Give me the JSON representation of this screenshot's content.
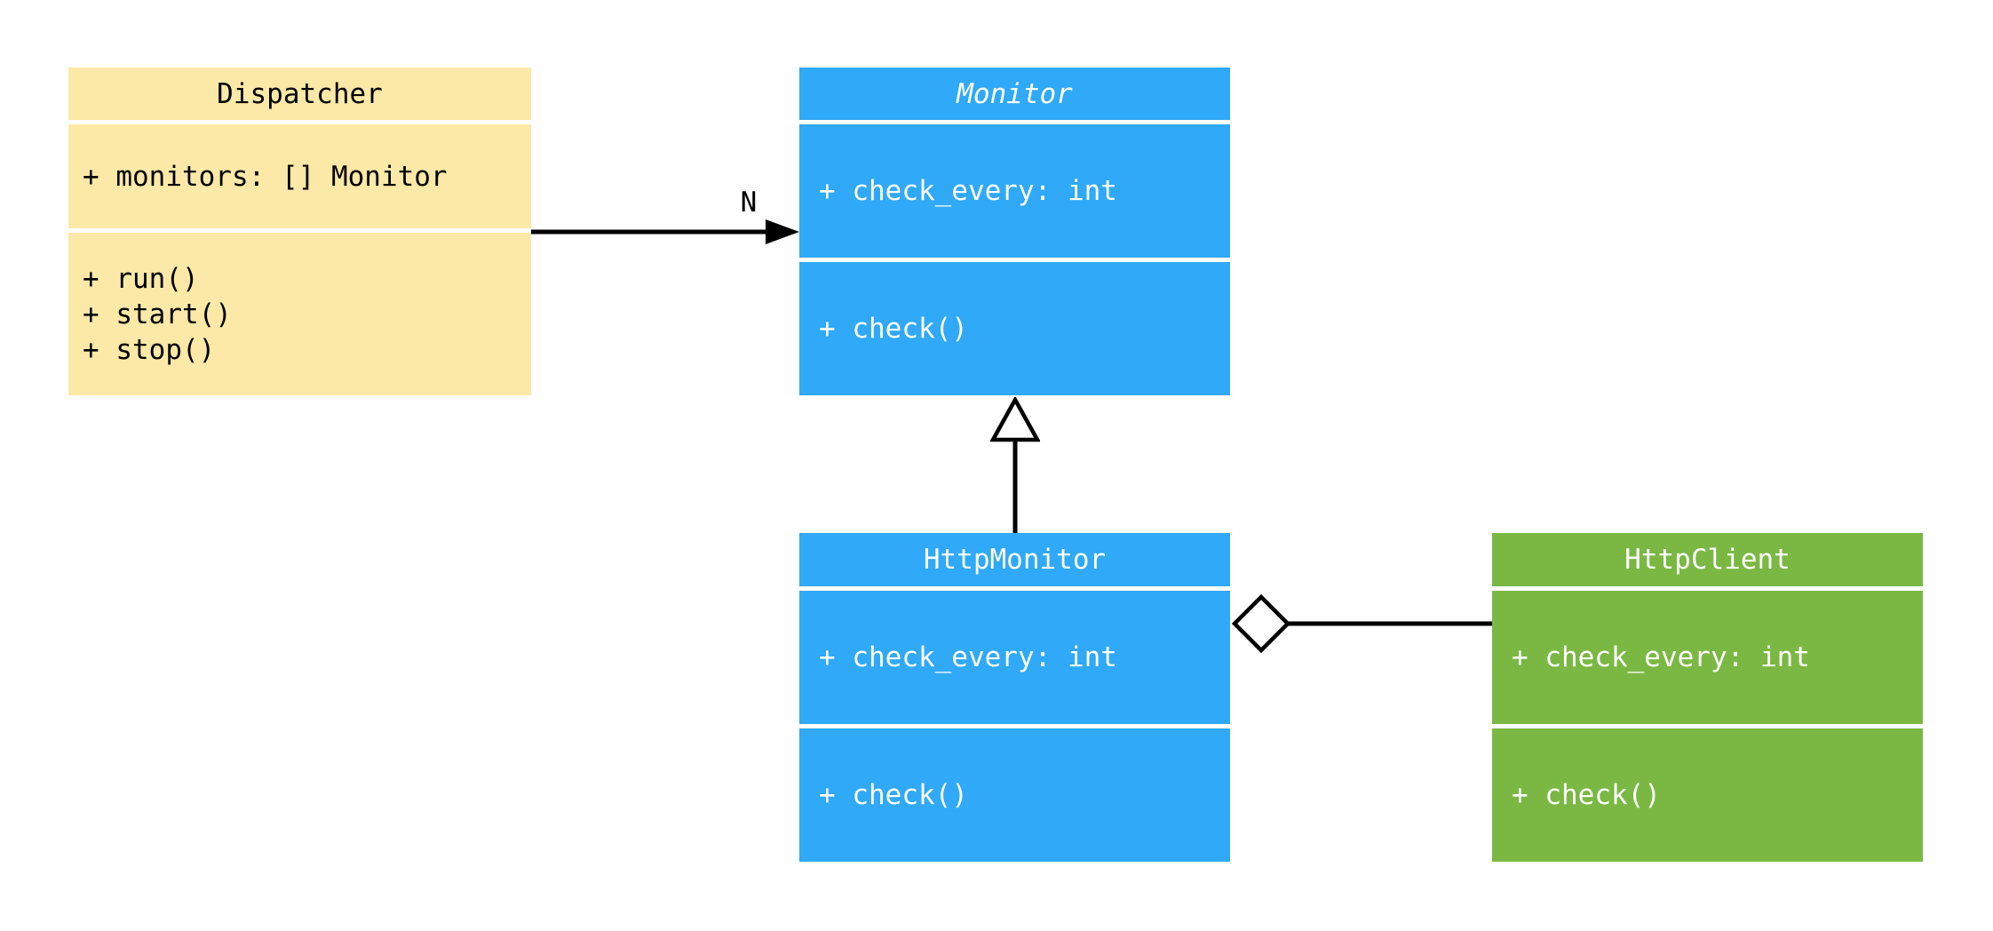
{
  "diagram": {
    "type": "uml-class-diagram",
    "background_color": "#ffffff",
    "line_color": "#000000",
    "classes": [
      {
        "name": "Dispatcher",
        "abstract": false,
        "fill_color": "#fce9a7",
        "text_color": "#000000",
        "attributes": [
          "+ monitors: [] Monitor"
        ],
        "methods": [
          "+ run()",
          "+ start()",
          "+ stop()"
        ]
      },
      {
        "name": "Monitor",
        "abstract": true,
        "fill_color": "#2fa9f8",
        "text_color": "#ffffff",
        "attributes": [
          "+ check_every: int"
        ],
        "methods": [
          "+ check()"
        ]
      },
      {
        "name": "HttpMonitor",
        "abstract": false,
        "fill_color": "#2fa9f8",
        "text_color": "#ffffff",
        "attributes": [
          "+ check_every: int"
        ],
        "methods": [
          "+ check()"
        ]
      },
      {
        "name": "HttpClient",
        "abstract": false,
        "fill_color": "#7ab843",
        "text_color": "#ffffff",
        "attributes": [
          "+ check_every: int"
        ],
        "methods": [
          "+ check()"
        ]
      }
    ],
    "relationships": [
      {
        "type": "association",
        "from": "Dispatcher",
        "to": "Monitor",
        "label": "N",
        "arrow": "filled-arrowhead"
      },
      {
        "type": "inheritance",
        "from": "HttpMonitor",
        "to": "Monitor",
        "label": "",
        "arrow": "hollow-triangle"
      },
      {
        "type": "aggregation",
        "from": "HttpMonitor",
        "to": "HttpClient",
        "label": "",
        "arrow": "hollow-diamond"
      }
    ]
  }
}
